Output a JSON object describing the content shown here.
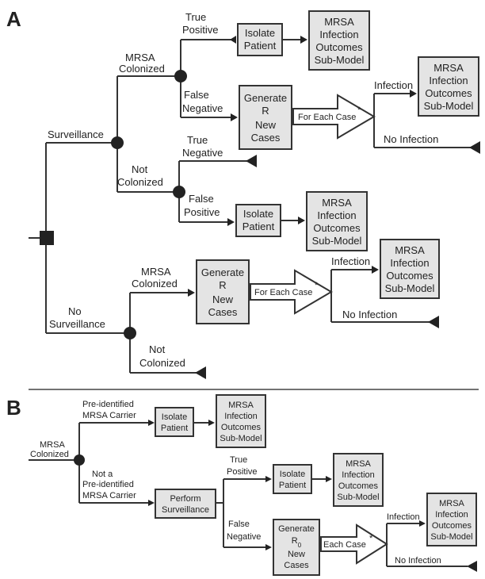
{
  "panel_a": {
    "letter": "A",
    "surveillance": "Surveillance",
    "mrsa_colonized_1": "MRSA",
    "mrsa_colonized_2": "Colonized",
    "true_positive_1": "True",
    "true_positive_2": "Positive",
    "isolate_1": "Isolate",
    "isolate_2": "Patient",
    "outcomes_1": "MRSA",
    "outcomes_2": "Infection",
    "outcomes_3": "Outcomes",
    "outcomes_4": "Sub-Model",
    "false_negative_1": "False",
    "false_negative_2": "Negative",
    "generate_1": "Generate",
    "generate_2": "R",
    "generate_3": "New",
    "generate_4": "Cases",
    "for_each_case": "For Each Case",
    "asterisk": "*",
    "infection": "Infection",
    "no_infection": "No Infection",
    "not_colonized_1": "Not",
    "not_colonized_2": "Colonized",
    "true_negative_1": "True",
    "true_negative_2": "Negative",
    "false_positive_1": "False",
    "false_positive_2": "Positive",
    "no_surveillance_1": "No",
    "no_surveillance_2": "Surveillance"
  },
  "panel_b": {
    "letter": "B",
    "mrsa_colonized_1": "MRSA",
    "mrsa_colonized_2": "Colonized",
    "pre_identified_1": "Pre-identified",
    "pre_identified_2": "MRSA Carrier",
    "not_pre_identified_1": "Not a",
    "not_pre_identified_2": "Pre-identified",
    "not_pre_identified_3": "MRSA Carrier",
    "isolate_1": "Isolate",
    "isolate_2": "Patient",
    "outcomes_1": "MRSA",
    "outcomes_2": "Infection",
    "outcomes_3": "Outcomes",
    "outcomes_4": "Sub-Model",
    "perform_1": "Perform",
    "perform_2": "Surveillance",
    "true_positive_1": "True",
    "true_positive_2": "Positive",
    "false_negative_1": "False",
    "false_negative_2": "Negative",
    "generate_1": "Generate",
    "generate_2": "R",
    "generate_2_sub": "0",
    "generate_3": "New",
    "generate_4": "Cases",
    "each_case": "Each Case",
    "asterisk": "*",
    "infection": "Infection",
    "no_infection": "No Infection"
  }
}
